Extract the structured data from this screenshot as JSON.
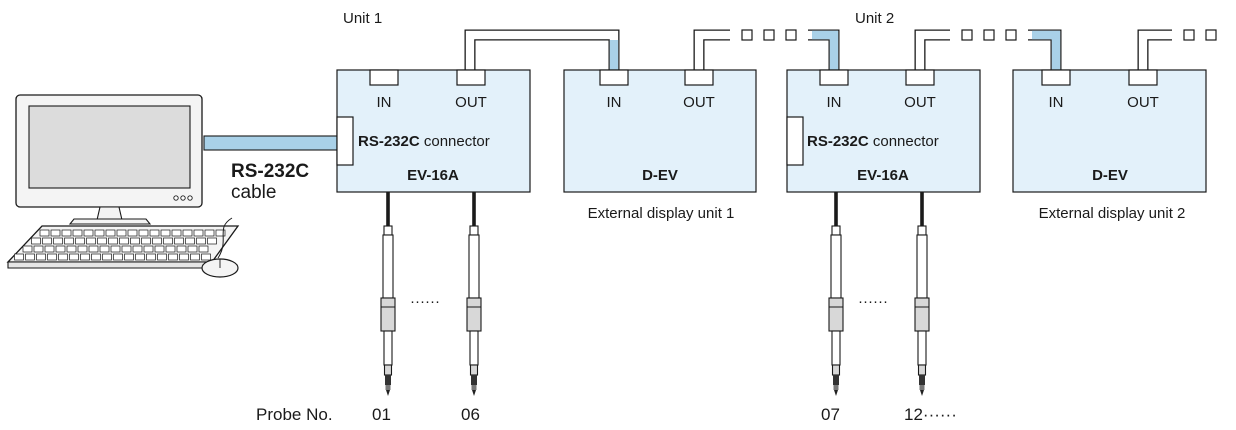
{
  "units": [
    {
      "label": "Unit 1"
    },
    {
      "label": "Unit 2"
    }
  ],
  "port_in": "IN",
  "port_out": "OUT",
  "connector": {
    "bold": "RS-232C",
    "rest": " connector"
  },
  "device_main": "EV-16A",
  "device_display": "D-EV",
  "display_captions": [
    "External display unit 1",
    "External display unit 2"
  ],
  "cable": {
    "line1": "RS-232C",
    "line2": "cable"
  },
  "probe_label": "Probe No.",
  "probe_numbers": [
    "01",
    "06",
    "07",
    "12······"
  ],
  "dots": "······",
  "colors": {
    "box_fill": "#e3f1fa",
    "cable_highlight": "#a9d1e8"
  }
}
